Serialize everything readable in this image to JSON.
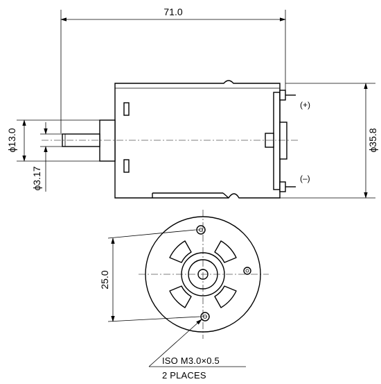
{
  "dimensions": {
    "overall_length": "71.0",
    "shaft_diameter": "ϕ3.17",
    "boss_diameter": "ϕ13.0",
    "body_diameter": "ϕ35.8",
    "hole_spacing": "25.0"
  },
  "terminals": {
    "positive": "(+)",
    "negative": "(–)"
  },
  "note": {
    "thread": "ISO M3.0×0.5",
    "places": "2 PLACES"
  }
}
